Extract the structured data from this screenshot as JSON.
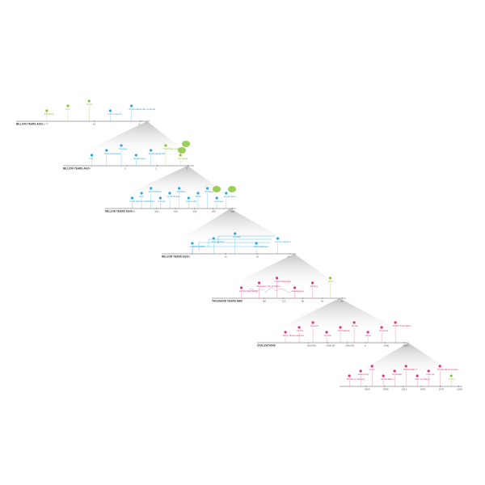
{
  "colors": {
    "green": "#8cc63f",
    "blue": "#29a9e0",
    "pink": "#e8317a",
    "axis": "#555555",
    "zoom": "#d9d9d9"
  },
  "tiers": [
    {
      "axis_label": "BILLION YEARS AGO",
      "axis_start": "13.77",
      "ticks": [
        "10",
        "5"
      ],
      "events": [
        {
          "text": "Big Bang",
          "color": "green"
        },
        {
          "text": "Sun",
          "color": "green"
        },
        {
          "text": "Earth",
          "color": "green"
        },
        {
          "text": "Life on Earth",
          "color": "blue"
        },
        {
          "text": "Multicellular life on Earth",
          "color": "blue"
        }
      ]
    },
    {
      "axis_label": "BILLION YEARS AGO",
      "axis_start": "4",
      "ticks": [
        "3",
        "2",
        "1"
      ],
      "events": [
        {
          "text": "Life",
          "color": "blue"
        },
        {
          "text": "Photosynthesis",
          "color": "blue"
        },
        {
          "text": "Oxygen",
          "color": "blue"
        },
        {
          "text": "Eukaryotes",
          "color": "blue"
        },
        {
          "text": "Multicellular life",
          "color": "blue"
        },
        {
          "text": "Cambrian explosion",
          "color": "green"
        },
        {
          "text": "Pangaea",
          "color": "green"
        }
      ]
    },
    {
      "axis_label": "MILLION YEARS AGO",
      "axis_start": "540",
      "ticks": [
        "500",
        "400",
        "300",
        "200",
        "100"
      ],
      "events": [
        {
          "text": "LIFE GETS COMPLEX",
          "color": "blue"
        },
        {
          "text": "Fish",
          "color": "blue"
        },
        {
          "text": "Land Plants",
          "color": "blue"
        },
        {
          "text": "Insects",
          "color": "blue"
        },
        {
          "text": "Amphibians",
          "color": "blue"
        },
        {
          "text": "Reptiles",
          "color": "blue"
        },
        {
          "text": "Mammals",
          "color": "blue"
        },
        {
          "text": "Birds",
          "color": "blue"
        },
        {
          "text": "Flowers",
          "color": "blue"
        },
        {
          "text": "Grasses",
          "color": "blue"
        },
        {
          "text": "Great Apes",
          "color": "blue"
        }
      ]
    },
    {
      "axis_label": "MILLION YEARS AGO",
      "axis_start": "75",
      "ticks": [
        "15",
        "10",
        "5"
      ],
      "events": [
        {
          "text": "GREAT APES",
          "color": "blue"
        },
        {
          "text": "Orangutans",
          "color": "blue"
        },
        {
          "text": "Gorillas",
          "color": "blue"
        },
        {
          "text": "Chimpanzees",
          "color": "blue"
        },
        {
          "text": "Homo sapiens",
          "color": "blue"
        }
      ]
    },
    {
      "axis_label": "THOUSAND YEARS AGO",
      "axis_start": "200",
      "ticks": [
        "150",
        "120",
        "80",
        "40",
        "20"
      ],
      "events": [
        {
          "text": "HOMO SAPIENS",
          "color": "pink"
        },
        {
          "text": "Migration out of Africa",
          "color": "pink"
        },
        {
          "text": "Cave Paintings",
          "color": "pink"
        },
        {
          "text": "Agriculture",
          "color": "pink"
        },
        {
          "text": "Writing",
          "color": "pink"
        },
        {
          "text": "10°C",
          "color": "green"
        }
      ]
    },
    {
      "axis_label": "CIVILIZATIONS",
      "axis_start": "",
      "ticks": [
        "3000 BC",
        "2000 BC",
        "1000 BC",
        "0",
        "1000",
        "2000"
      ],
      "events": [
        {
          "text": "Early Mesopotamia",
          "color": "pink"
        },
        {
          "text": "China",
          "color": "pink"
        },
        {
          "text": "Greece",
          "color": "pink"
        },
        {
          "text": "Persia",
          "color": "pink"
        },
        {
          "text": "Christianity",
          "color": "pink"
        },
        {
          "text": "Rome",
          "color": "pink"
        },
        {
          "text": "Islam",
          "color": "pink"
        },
        {
          "text": "America",
          "color": "pink"
        },
        {
          "text": "World Population",
          "color": "pink"
        }
      ]
    },
    {
      "axis_label": "",
      "axis_start": "",
      "ticks": [
        "1850",
        "1880",
        "1910",
        "1940",
        "1970",
        "2000"
      ],
      "events": [
        {
          "text": "Births in Industry",
          "color": "pink"
        },
        {
          "text": "Electricity",
          "color": "pink"
        },
        {
          "text": "Cars",
          "color": "pink"
        },
        {
          "text": "World War I",
          "color": "pink"
        },
        {
          "text": "Penicillin",
          "color": "pink"
        },
        {
          "text": "World War II",
          "color": "pink"
        },
        {
          "text": "Man on Moon",
          "color": "pink"
        },
        {
          "text": "Internet",
          "color": "pink"
        },
        {
          "text": "Personal Computer",
          "color": "pink"
        },
        {
          "text": "0.6°C",
          "color": "green"
        }
      ]
    }
  ]
}
